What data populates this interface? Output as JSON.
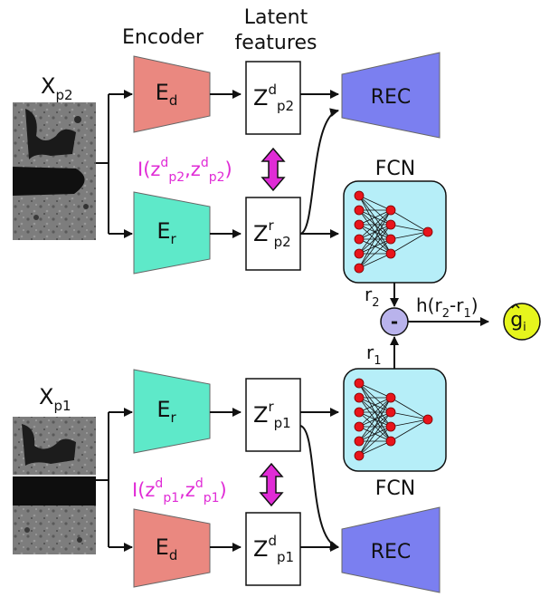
{
  "headers": {
    "encoder": "Encoder",
    "latent_line1": "Latent",
    "latent_line2": "features"
  },
  "inputs": {
    "top": {
      "label": "X",
      "sub": "p2"
    },
    "bottom": {
      "label": "X",
      "sub": "p1"
    }
  },
  "encoders": {
    "top_d": {
      "label": "E",
      "sub": "d"
    },
    "top_r": {
      "label": "E",
      "sub": "r"
    },
    "bottom_r": {
      "label": "E",
      "sub": "r"
    },
    "bottom_d": {
      "label": "E",
      "sub": "d"
    }
  },
  "latents": {
    "top_d": {
      "label": "Z",
      "sup": "d",
      "sub": "p2"
    },
    "top_r": {
      "label": "Z",
      "sup": "r",
      "sub": "p2"
    },
    "bottom_r": {
      "label": "Z",
      "sup": "r",
      "sub": "p1"
    },
    "bottom_d": {
      "label": "Z",
      "sup": "d",
      "sub": "p1"
    }
  },
  "decoders": {
    "top": "REC",
    "bottom": "REC"
  },
  "mutual_info": {
    "top": {
      "prefix": "I(z",
      "sup1": "d",
      "sub1": "p2",
      "mid": ",z",
      "sup2": "d",
      "sub2": "p2",
      "suffix": ")"
    },
    "bottom": {
      "prefix": "I(z",
      "sup1": "d",
      "sub1": "p1",
      "mid": ",z",
      "sup2": "d",
      "sub2": "p1",
      "suffix": ")"
    }
  },
  "fcn": {
    "top_label": "FCN",
    "bottom_label": "FCN",
    "r_top": {
      "label": "r",
      "sub": "2"
    },
    "r_bottom": {
      "label": "r",
      "sub": "1"
    }
  },
  "difference": {
    "operator": "-",
    "output_label": {
      "prefix": "h(r",
      "sub1": "2",
      "mid": "-r",
      "sub2": "1",
      "suffix": ")"
    }
  },
  "result": {
    "label": "g",
    "sub": "i"
  },
  "colors": {
    "encoder_d": "#ea8880",
    "encoder_r": "#5ee9c9",
    "decoder": "#7b7ff0",
    "fcn_bg": "#b6eef8",
    "neuron": "#e8141b",
    "minus_node": "#b9b3ec",
    "result_node": "#e6f51d",
    "magenta": "#e02bd6"
  },
  "icons": {
    "bidirectional_arrow": "double-headed-vertical-arrow"
  }
}
